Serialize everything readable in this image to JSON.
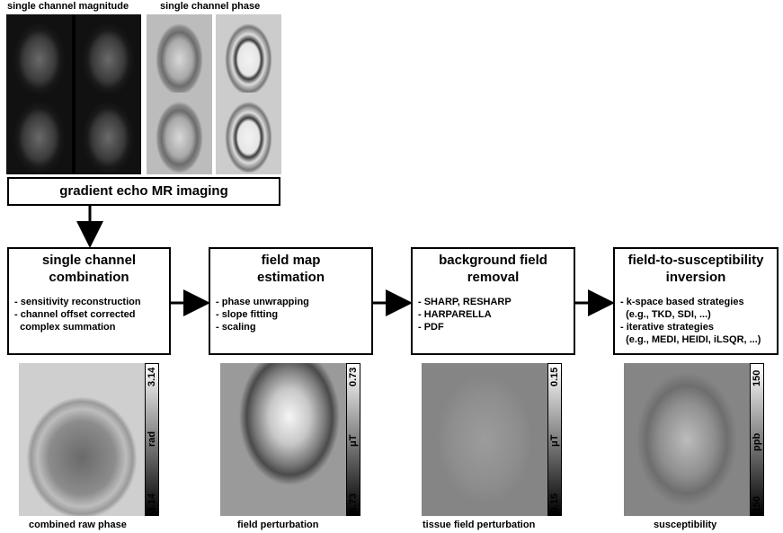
{
  "top": {
    "mag_label": "single channel magnitude",
    "phase_label": "single channel phase"
  },
  "gre_label": "gradient echo MR imaging",
  "steps": [
    {
      "title": "single channel combination",
      "items": [
        "- sensitivity reconstruction",
        "- channel offset corrected",
        "  complex summation"
      ]
    },
    {
      "title": "field map estimation",
      "items": [
        "- phase unwrapping",
        "- slope fitting",
        "- scaling"
      ]
    },
    {
      "title": "background field removal",
      "items": [
        "- SHARP, RESHARP",
        "- HARPARELLA",
        "- PDF"
      ]
    },
    {
      "title": "field-to-susceptibility inversion",
      "items": [
        "- k-space based strategies",
        "  (e.g., TKD, SDI, ...)",
        "- iterative strategies",
        "  (e.g., MEDI, HEIDI, iLSQR, ...)"
      ]
    }
  ],
  "outputs": [
    {
      "caption": "combined raw phase",
      "unit": "rad",
      "max": "3.14",
      "min": "-3.14"
    },
    {
      "caption": "field perturbation",
      "unit": "μT",
      "max": "0.73",
      "min": "-0.73"
    },
    {
      "caption": "tissue field perturbation",
      "unit": "μT",
      "max": "0.15",
      "min": "-0.15"
    },
    {
      "caption": "susceptibility",
      "unit": "ppb",
      "max": "150",
      "min": "-150"
    }
  ]
}
